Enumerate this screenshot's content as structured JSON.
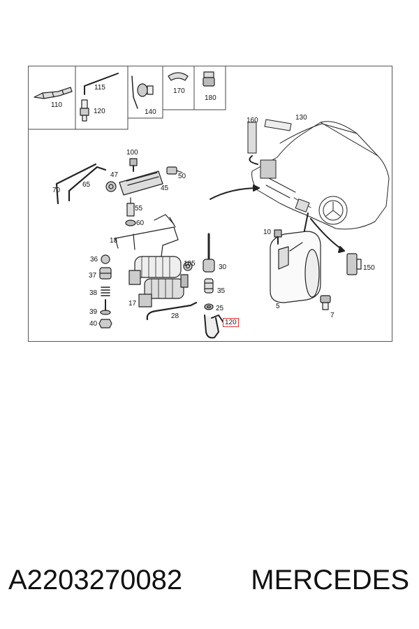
{
  "diagram": {
    "callouts": {
      "c110": "110",
      "c115": "115",
      "c120a": "120",
      "c140": "140",
      "c170": "170",
      "c180": "180",
      "c160": "160",
      "c130": "130",
      "c100": "100",
      "c47": "47",
      "c50": "50",
      "c65": "65",
      "c70": "70",
      "c45": "45",
      "c55": "55",
      "c60": "60",
      "c18": "18",
      "c10": "10",
      "c36": "36",
      "c105": "105",
      "c30": "30",
      "c37": "37",
      "c35": "35",
      "c38": "38",
      "c17": "17",
      "c25": "25",
      "c39": "39",
      "c28": "28",
      "c40": "40",
      "c120b": "120",
      "c5": "5",
      "c7": "7",
      "c150": "150"
    },
    "highlight_color": "#e03030"
  },
  "footer": {
    "part_number": "A2203270082",
    "brand": "MERCEDES"
  }
}
